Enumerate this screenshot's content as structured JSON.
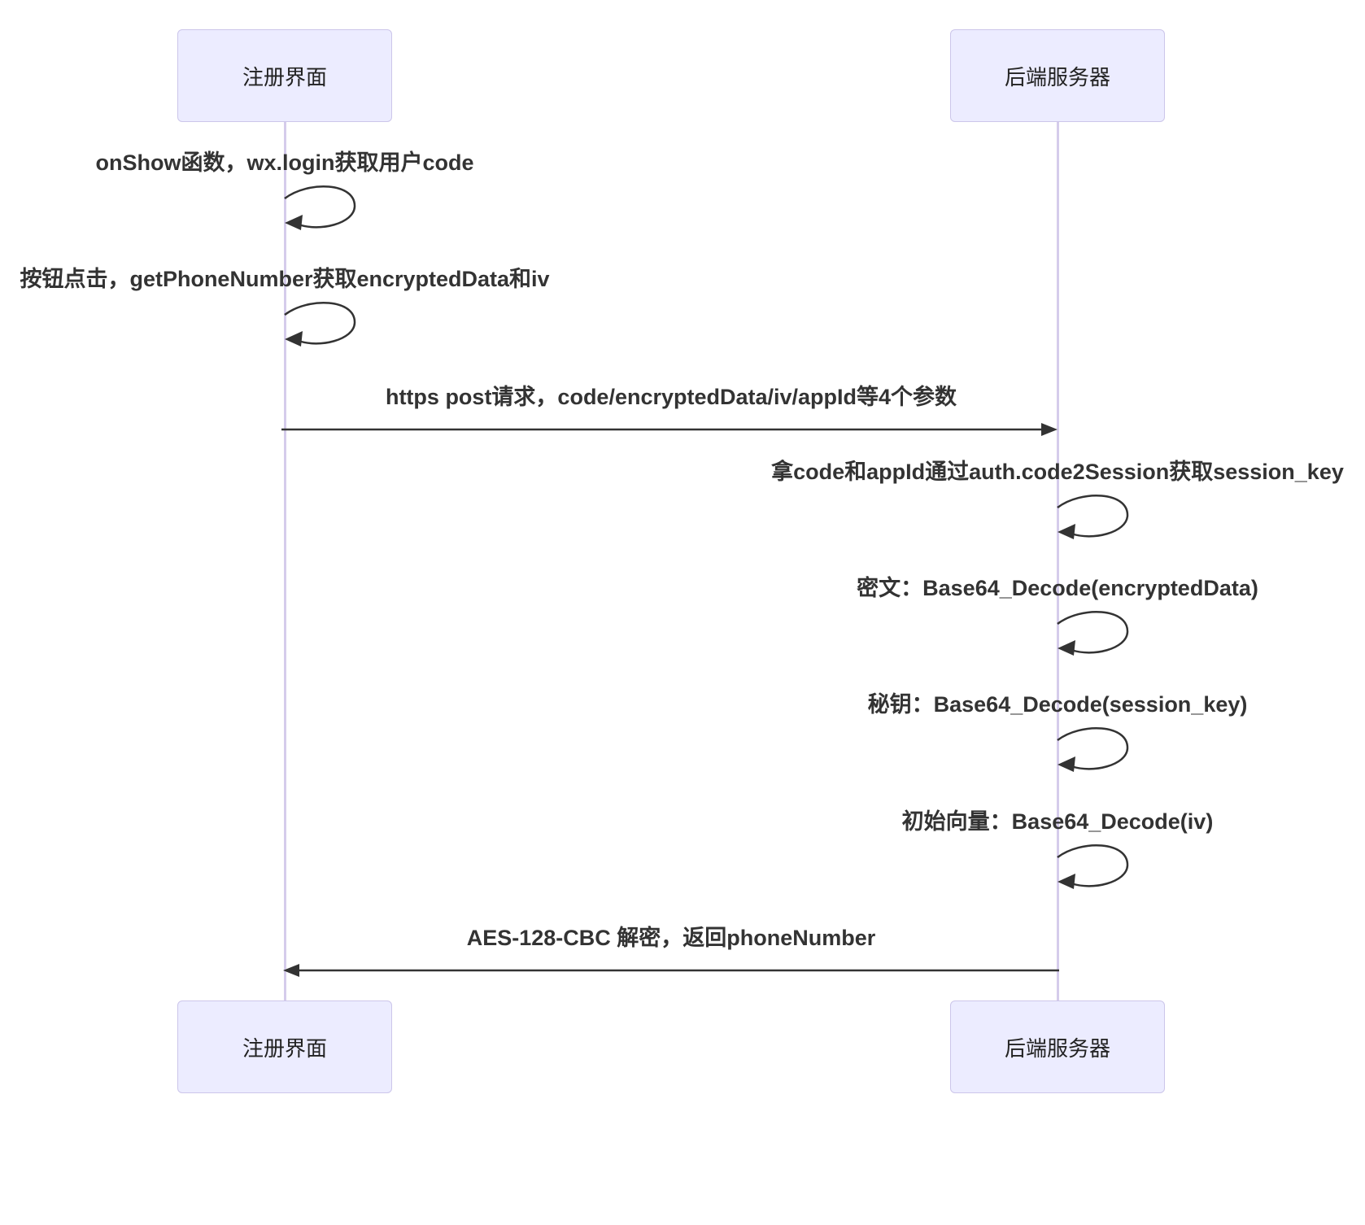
{
  "diagram": {
    "type": "sequence",
    "actors": [
      {
        "label": "注册界面"
      },
      {
        "label": "后端服务器"
      }
    ],
    "messages": [
      {
        "from": "注册界面",
        "to": "注册界面",
        "kind": "self",
        "text": "onShow函数，wx.login获取用户code"
      },
      {
        "from": "注册界面",
        "to": "注册界面",
        "kind": "self",
        "text": "按钮点击，getPhoneNumber获取encryptedData和iv"
      },
      {
        "from": "注册界面",
        "to": "后端服务器",
        "kind": "arrow",
        "text": "https post请求，code/encryptedData/iv/appId等4个参数"
      },
      {
        "from": "后端服务器",
        "to": "后端服务器",
        "kind": "self",
        "text": "拿code和appId通过auth.code2Session获取session_key"
      },
      {
        "from": "后端服务器",
        "to": "后端服务器",
        "kind": "self",
        "text": "密文：Base64_Decode(encryptedData)"
      },
      {
        "from": "后端服务器",
        "to": "后端服务器",
        "kind": "self",
        "text": "秘钥：Base64_Decode(session_key)"
      },
      {
        "from": "后端服务器",
        "to": "后端服务器",
        "kind": "self",
        "text": "初始向量：Base64_Decode(iv)"
      },
      {
        "from": "后端服务器",
        "to": "注册界面",
        "kind": "arrow",
        "text": "AES-128-CBC 解密，返回phoneNumber"
      }
    ],
    "colors": {
      "actor_fill": "#ECECFF",
      "actor_border": "#CCC6EA",
      "lifeline": "#D5CCEB",
      "message_line": "#333333",
      "text": "#333333"
    }
  }
}
